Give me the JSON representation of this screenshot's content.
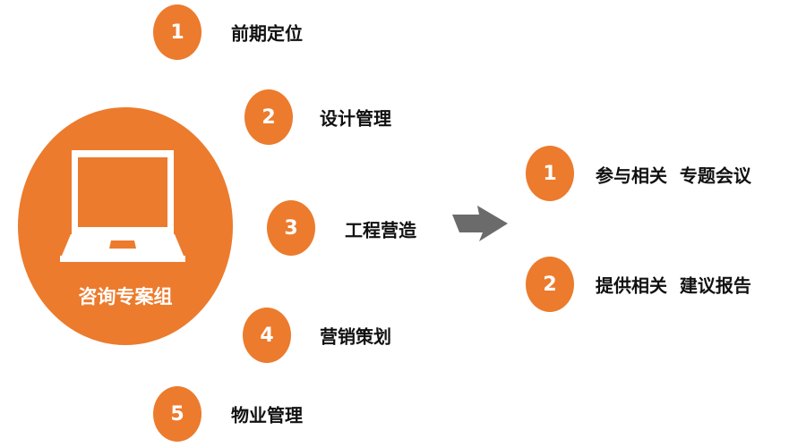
{
  "center": {
    "label": "咨询专案组",
    "icon": "laptop-icon"
  },
  "phases": [
    {
      "number": "1",
      "label": "前期定位"
    },
    {
      "number": "2",
      "label": "设计管理"
    },
    {
      "number": "3",
      "label": "工程营造"
    },
    {
      "number": "4",
      "label": "营销策划"
    },
    {
      "number": "5",
      "label": "物业管理"
    }
  ],
  "outputs": [
    {
      "number": "1",
      "label": "参与相关  专题会议"
    },
    {
      "number": "2",
      "label": "提供相关  建议报告"
    }
  ],
  "colors": {
    "accent": "#ec7b2d",
    "arrow": "#6b6b6b"
  }
}
